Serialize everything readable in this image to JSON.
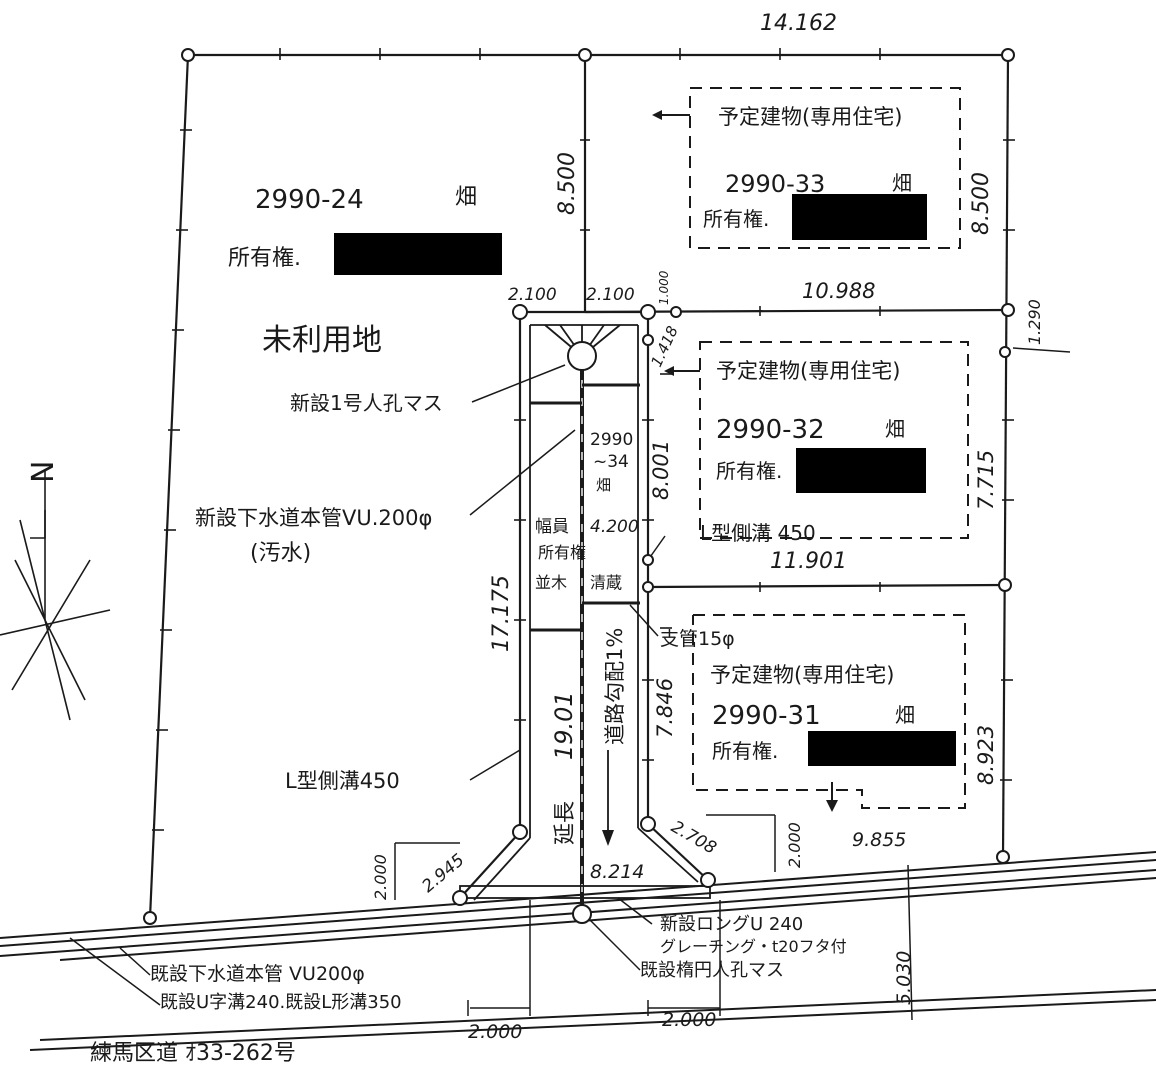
{
  "dimensions": {
    "top_width": "14.162",
    "upper_right_height": "8.500",
    "upper_left_height": "8.500",
    "dim_2100_left": "2.100",
    "dim_2100_right": "2.100",
    "dim_1000": "1.000",
    "dim_10988": "10.988",
    "dim_1290": "1.290",
    "dim_1418": "1.418",
    "dim_8001": "8.001",
    "dim_7715": "7.715",
    "width_4200": "4.200",
    "dim_11901": "11.901",
    "dim_17175": "17.175",
    "dim_7846": "7.846",
    "dim_8923": "8.923",
    "extension_1901": "19.01",
    "dim_2945": "2.945",
    "dim_2708": "2.708",
    "dim_2000_left_v": "2.000",
    "dim_2000_right_v": "2.000",
    "dim_8214": "8.214",
    "dim_9855": "9.855",
    "dim_5030": "5.030",
    "dim_2000_bottom_left": "2.000",
    "dim_2000_bottom_right": "2.000"
  },
  "lots": {
    "lot24": {
      "number": "2990-24",
      "landuse": "畑",
      "owner_label": "所有権.",
      "status": "未利用地"
    },
    "lot33": {
      "number": "2990-33",
      "landuse": "畑",
      "owner_label": "所有権.",
      "building": "予定建物(専用住宅)"
    },
    "lot32": {
      "number": "2990-32",
      "landuse": "畑",
      "owner_label": "所有権.",
      "building": "予定建物(専用住宅)"
    },
    "lot31": {
      "number": "2990-31",
      "landuse": "畑",
      "owner_label": "所有権.",
      "building": "予定建物(専用住宅)"
    },
    "lot34": {
      "number_a": "2990",
      "number_b": "~34",
      "landuse": "畑"
    }
  },
  "road": {
    "width_label": "幅員",
    "owner_line1": "所有権",
    "owner_line2": "並木",
    "owner_line3": "清蔵",
    "extension_label": "延長",
    "gradient_label": "道路勾配1%",
    "public_road": "練馬区道 ｵ33-262号"
  },
  "annotations": {
    "manhole_no1": "新設1号人孔マス",
    "sewer_main_new": "新設下水道本管VU.200φ",
    "sewer_main_new_sub": "(汚水)",
    "l_gutter_right": "L型側溝 450",
    "l_gutter_left": "L型側溝450",
    "branch_pipe": "支管15φ",
    "new_long_u_1": "新設ロングU 240",
    "new_long_u_2": "グレーチング・t20フタ付",
    "existing_manhole": "既設楕円人孔マス",
    "existing_sewer": "既設下水道本管 VU200φ",
    "existing_gutter": "既設U字溝240.既設L形溝350"
  },
  "north_arrow": {
    "label": "N"
  }
}
